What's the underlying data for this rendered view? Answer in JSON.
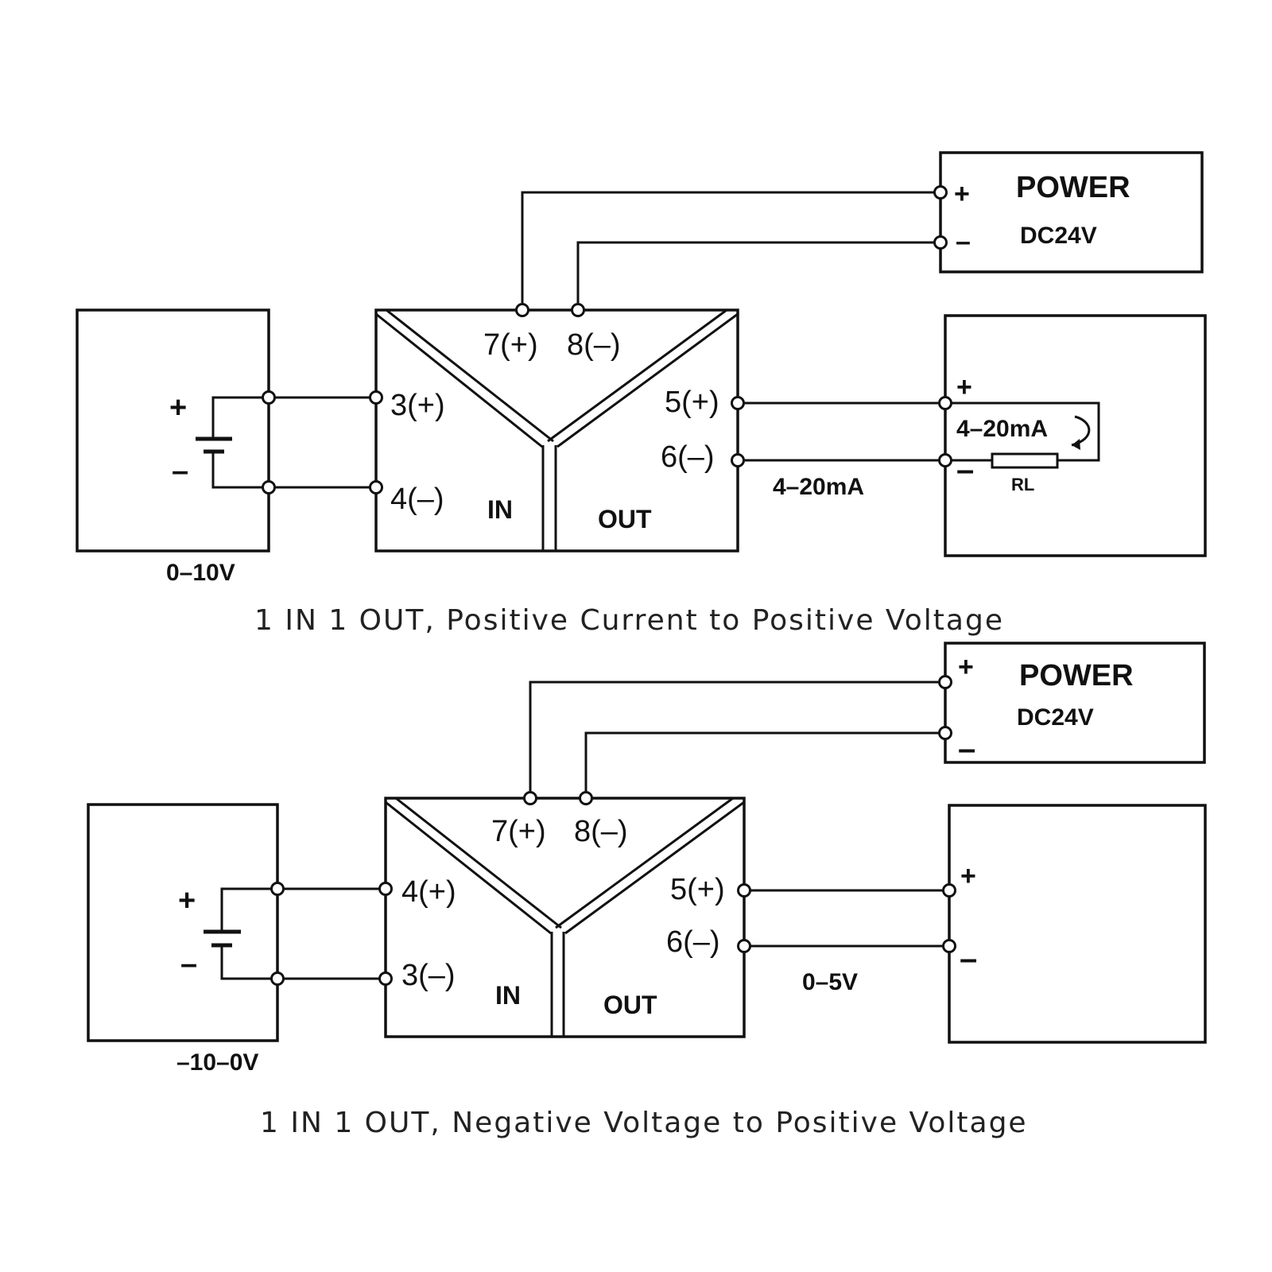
{
  "diagram_1": {
    "caption": "1 IN 1 OUT, Positive Current to Positive Voltage",
    "input_range": "0–10V",
    "output_signal": "4–20mA",
    "loop_current": "4–20mA",
    "load_label": "RL",
    "terminals": {
      "power_pos": "7(+)",
      "power_neg": "8(–)",
      "in_pos": "3(+)",
      "in_neg": "4(–)",
      "out_pos": "5(+)",
      "out_neg": "6(–)"
    },
    "section_in": "IN",
    "section_out": "OUT",
    "power_title": "POWER",
    "power_voltage": "DC24V",
    "plus": "+",
    "minus": "–"
  },
  "diagram_2": {
    "caption": "1 IN 1 OUT, Negative Voltage to Positive Voltage",
    "input_range": "–10–0V",
    "output_signal": "0–5V",
    "terminals": {
      "power_pos": "7(+)",
      "power_neg": "8(–)",
      "in_pos": "4(+)",
      "in_neg": "3(–)",
      "out_pos": "5(+)",
      "out_neg": "6(–)"
    },
    "section_in": "IN",
    "section_out": "OUT",
    "power_title": "POWER",
    "power_voltage": "DC24V",
    "plus": "+",
    "minus": "–"
  }
}
